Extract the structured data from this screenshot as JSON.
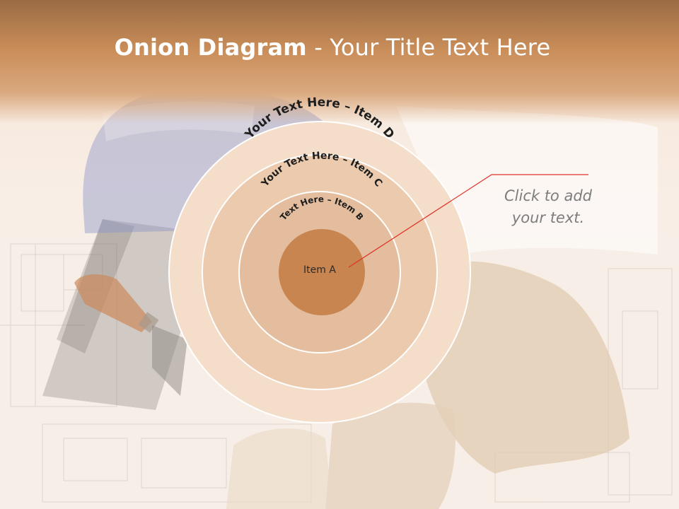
{
  "title": {
    "bold": "Onion Diagram",
    "rest": " - Your Title Text Here"
  },
  "diagram": {
    "rings": [
      {
        "label": "Item A",
        "fill": "#c9854f"
      },
      {
        "label": "Text Here – Item B",
        "fill": "#e3bd9d"
      },
      {
        "label": "Your Text Here – Item C",
        "fill": "#eccaae"
      },
      {
        "label": "Your Text Here – Item D",
        "fill": "#f4ddc9"
      }
    ]
  },
  "callout": {
    "line1": "Click  to add",
    "line2": "your text.",
    "line_color": "#e0322a"
  }
}
